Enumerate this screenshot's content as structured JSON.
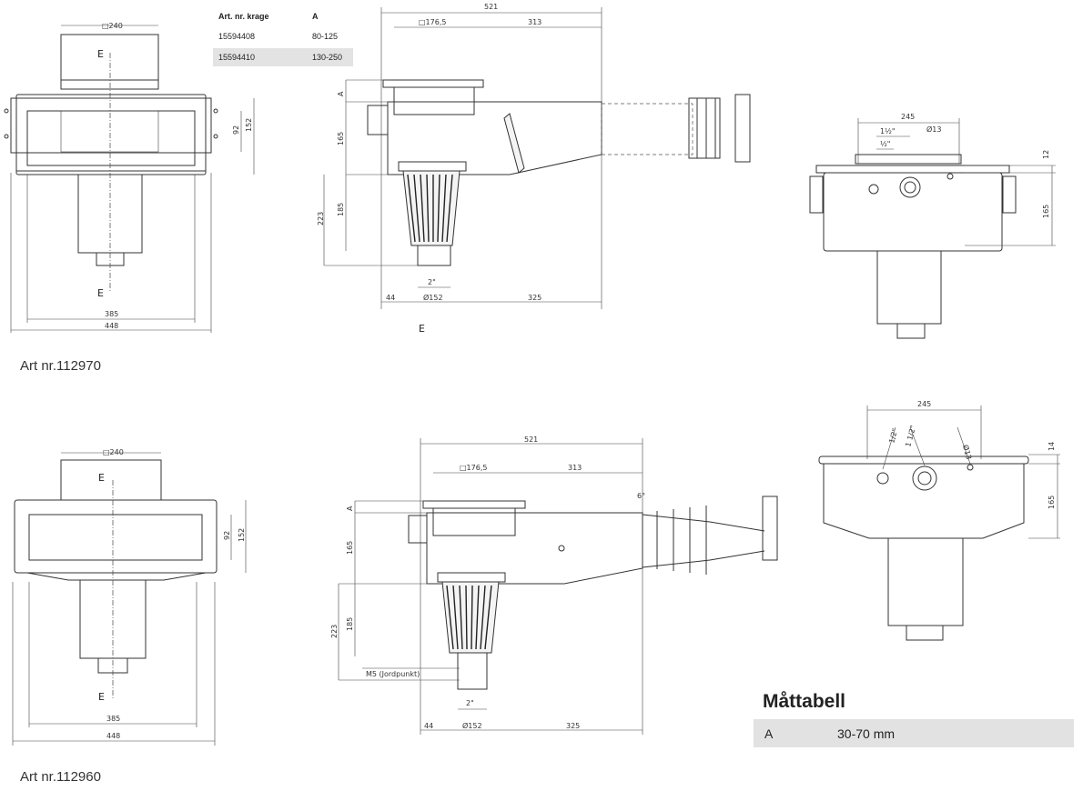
{
  "table_top": {
    "header": [
      "Art. nr. krage",
      "A"
    ],
    "rows": [
      [
        "15594408",
        "80-125"
      ],
      [
        "15594410",
        "130-250"
      ]
    ]
  },
  "art_labels": [
    "Art nr.112970",
    "Art nr.112960"
  ],
  "section_letter": "E",
  "dims_top": {
    "w240": "□240",
    "h92": "92",
    "h152": "152",
    "w385": "385",
    "w448": "448",
    "w521": "521",
    "w1765": "□176,5",
    "w313": "313",
    "a": "A",
    "h165": "165",
    "h185": "185",
    "h223": "223",
    "d2": "2\"",
    "w44": "44",
    "d152": "Ø152",
    "w325": "325",
    "w245": "245",
    "d15": "1½\"",
    "d05": "½\"",
    "d13": "Ø13",
    "h12": "12",
    "h165b": "165"
  },
  "dims_bottom": {
    "w240": "□240",
    "h92": "92",
    "h152": "152",
    "w385": "385",
    "w448": "448",
    "w521": "521",
    "w1765": "□176,5",
    "w313": "313",
    "a": "A",
    "h165": "165",
    "h185": "185",
    "h223": "223",
    "d2": "2\"",
    "w44": "44",
    "d152": "Ø152",
    "w325": "325",
    "m5": "M5 (Jordpunkt)",
    "deg": "6°",
    "w245": "245",
    "d05": "1/2\"",
    "d15": "1 1/2\"",
    "d13": "Ø13",
    "h14": "14",
    "h165b": "165"
  },
  "mattabell": {
    "title": "Måttabell",
    "key": "A",
    "value": "30-70 mm"
  }
}
